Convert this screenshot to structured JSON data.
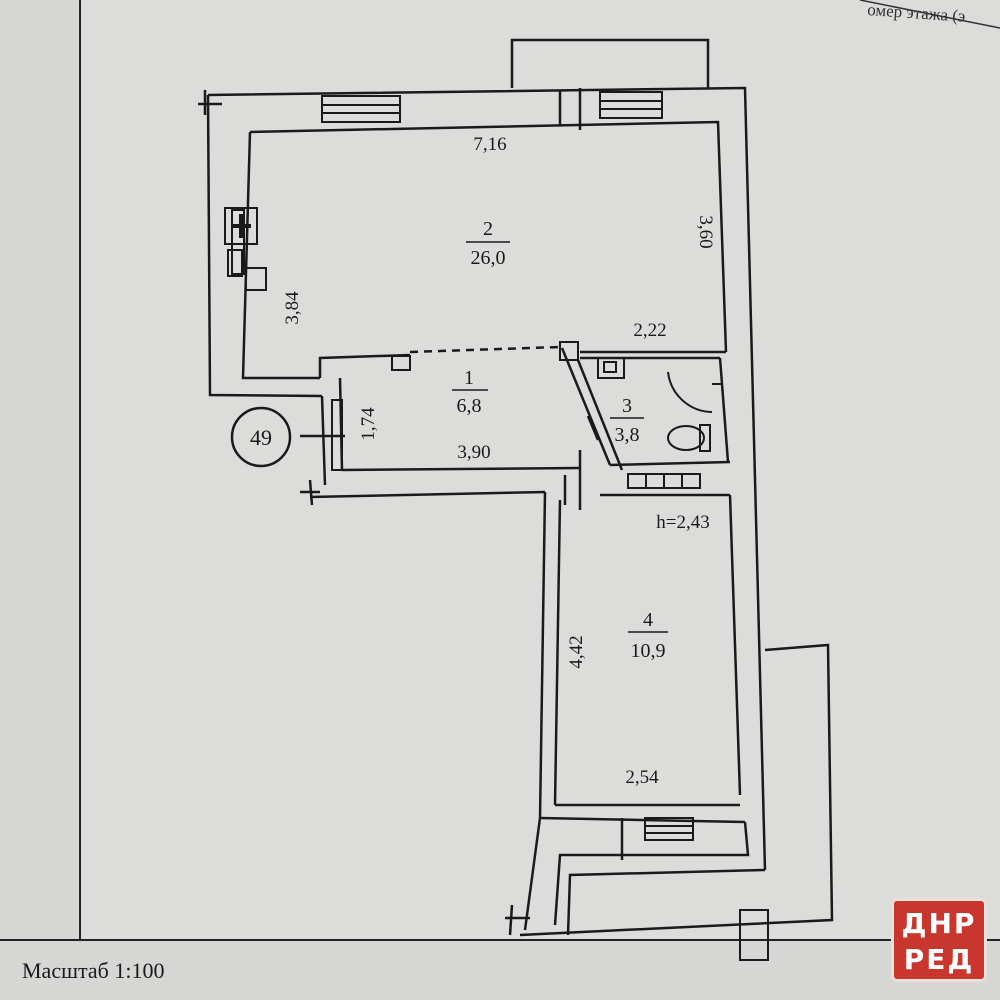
{
  "header": {
    "floor_number_caption": "омер этажа (э"
  },
  "plan": {
    "apartment_number": "49",
    "ceiling_height": "h=2,43",
    "rooms": [
      {
        "number": "1",
        "area": "6,8"
      },
      {
        "number": "2",
        "area": "26,0"
      },
      {
        "number": "3",
        "area": "3,8"
      },
      {
        "number": "4",
        "area": "10,9"
      }
    ],
    "dimensions": {
      "room2_width": "7,16",
      "room2_height_right": "3,60",
      "room2_height_left": "3,84",
      "room3_width": "2,22",
      "room1_height": "1,74",
      "room1_width": "3,90",
      "room4_height": "4,42",
      "room4_width": "2,54"
    }
  },
  "footer": {
    "scale": "Масштаб 1:100"
  },
  "watermark": {
    "line1": "ДНР",
    "line2": "РЕД"
  },
  "colors": {
    "paper": "#d9d9d7",
    "ink": "#1a1a1a",
    "watermark": "#c9362e"
  }
}
